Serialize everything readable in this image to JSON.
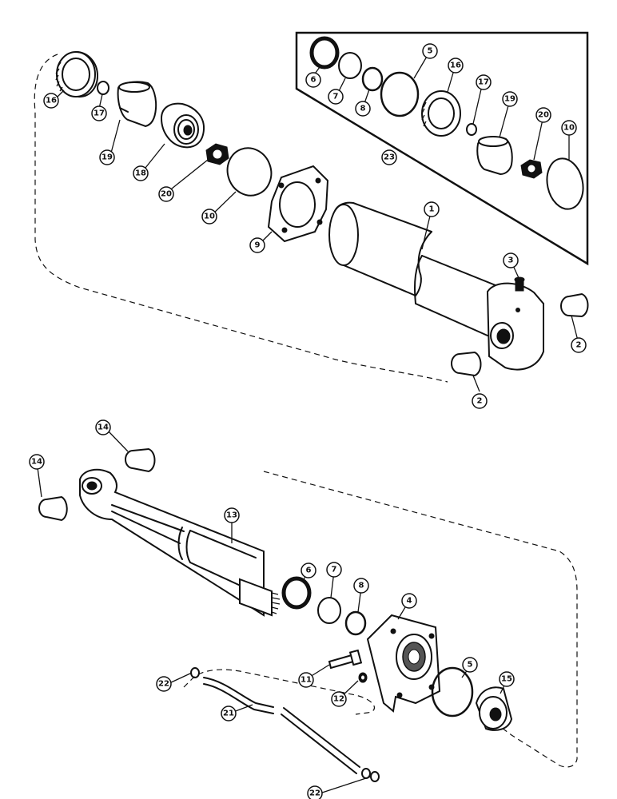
{
  "callouts": [
    {
      "id": "c16a",
      "label": "16"
    },
    {
      "id": "c17a",
      "label": "17"
    },
    {
      "id": "c19a",
      "label": "19"
    },
    {
      "id": "c18",
      "label": "18"
    },
    {
      "id": "c20a",
      "label": "20"
    },
    {
      "id": "c10a",
      "label": "10"
    },
    {
      "id": "c9",
      "label": "9"
    },
    {
      "id": "c1",
      "label": "1"
    },
    {
      "id": "c3",
      "label": "3"
    },
    {
      "id": "c2a",
      "label": "2"
    },
    {
      "id": "c2b",
      "label": "2"
    },
    {
      "id": "c6a",
      "label": "6"
    },
    {
      "id": "c7a",
      "label": "7"
    },
    {
      "id": "c8a",
      "label": "8"
    },
    {
      "id": "c5a",
      "label": "5"
    },
    {
      "id": "c16b",
      "label": "16"
    },
    {
      "id": "c17b",
      "label": "17"
    },
    {
      "id": "c19b",
      "label": "19"
    },
    {
      "id": "c20b",
      "label": "20"
    },
    {
      "id": "c10b",
      "label": "10"
    },
    {
      "id": "c23",
      "label": "23"
    },
    {
      "id": "c14a",
      "label": "14"
    },
    {
      "id": "c14b",
      "label": "14"
    },
    {
      "id": "c13",
      "label": "13"
    },
    {
      "id": "c6b",
      "label": "6"
    },
    {
      "id": "c7b",
      "label": "7"
    },
    {
      "id": "c8b",
      "label": "8"
    },
    {
      "id": "c4",
      "label": "4"
    },
    {
      "id": "c5b",
      "label": "5"
    },
    {
      "id": "c15",
      "label": "15"
    },
    {
      "id": "c11",
      "label": "11"
    },
    {
      "id": "c12",
      "label": "12"
    },
    {
      "id": "c22a",
      "label": "22"
    },
    {
      "id": "c21",
      "label": "21"
    },
    {
      "id": "c22b",
      "label": "22"
    }
  ]
}
